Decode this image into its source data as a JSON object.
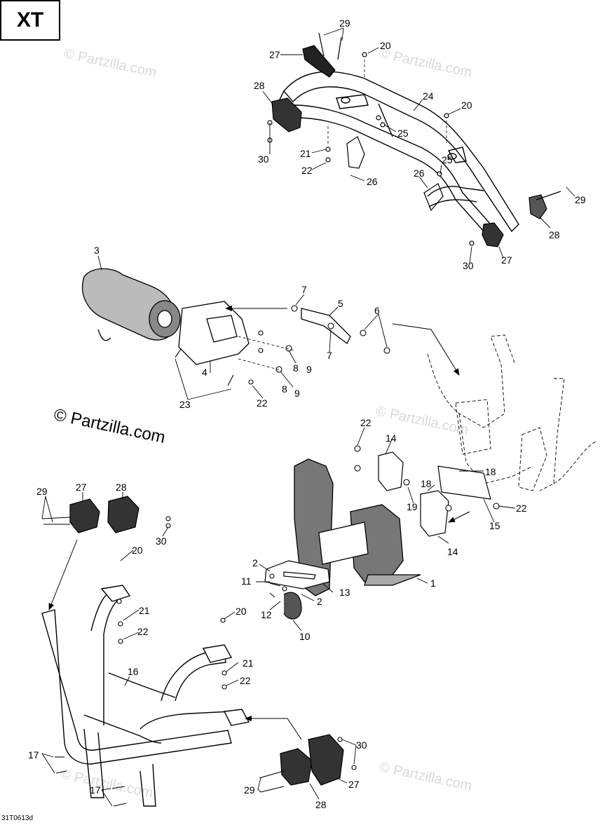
{
  "model_label": "XT",
  "diagram_code": "31T0613d",
  "watermark": "© Partzilla.com",
  "watermark_faint": "© Partzilla.com",
  "callouts": {
    "n1": "1",
    "n2a": "2",
    "n2b": "2",
    "n3": "3",
    "n4": "4",
    "n5": "5",
    "n6": "6",
    "n7a": "7",
    "n7b": "7",
    "n8a": "8",
    "n8b": "8",
    "n9a": "9",
    "n9b": "9",
    "n10": "10",
    "n11": "11",
    "n12": "12",
    "n13": "13",
    "n14a": "14",
    "n14b": "14",
    "n15": "15",
    "n16": "16",
    "n17a": "17",
    "n17b": "17",
    "n18a": "18",
    "n18b": "18",
    "n19": "19",
    "n20a": "20",
    "n20b": "20",
    "n20c": "20",
    "n20d": "20",
    "n21a": "21",
    "n21b": "21",
    "n21c": "21",
    "n22a": "22",
    "n22b": "22",
    "n22c": "22",
    "n22d": "22",
    "n22e": "22",
    "n22f": "22",
    "n23": "23",
    "n24": "24",
    "n25a": "25",
    "n25b": "25",
    "n26a": "26",
    "n26b": "26",
    "n27a": "27",
    "n27b": "27",
    "n27c": "27",
    "n27d": "27",
    "n28a": "28",
    "n28b": "28",
    "n28c": "28",
    "n28d": "28",
    "n29a": "29",
    "n29b": "29",
    "n29c": "29",
    "n29d": "29",
    "n30a": "30",
    "n30b": "30",
    "n30c": "30",
    "n30d": "30"
  }
}
